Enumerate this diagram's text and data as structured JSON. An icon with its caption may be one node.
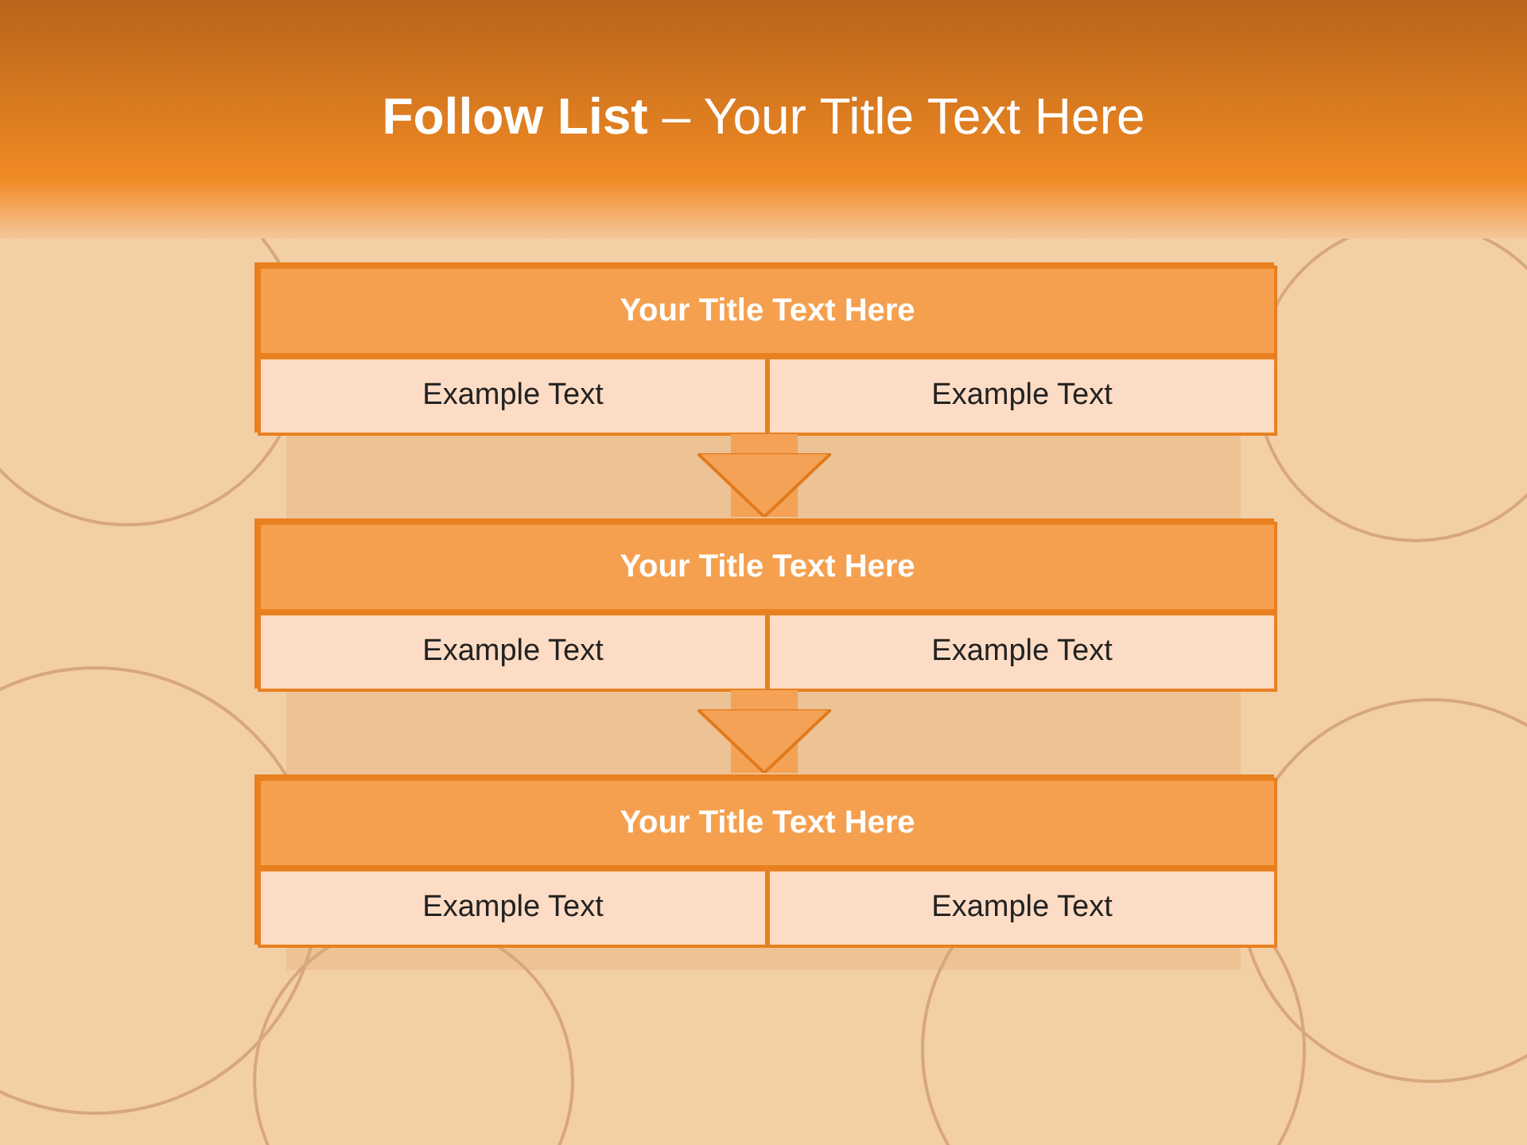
{
  "diagram": {
    "title": "**Follow List**  – Your Title Text Here",
    "nodes": [
      {
        "text": [],
        "shape": "box"
      },
      {
        "text": [
          "Your Title Text Here"
        ],
        "in": 0
      },
      {
        "text": [
          "Example Text"
        ],
        "in": 0
      },
      {
        "text": [
          "Example Text"
        ],
        "in": 0
      },
      {
        "text": [],
        "shape": "box"
      },
      {
        "text": [
          "Your Title Text Here"
        ],
        "in": 4
      },
      {
        "text": [
          "Example Text"
        ],
        "in": 4
      },
      {
        "text": [
          "Example Text"
        ],
        "in": 4
      },
      {
        "text": [],
        "shape": "box"
      },
      {
        "text": [
          "Your Title Text Here"
        ],
        "in": 8
      },
      {
        "text": [
          "Example Text"
        ],
        "in": 8
      },
      {
        "text": [
          "Example Text"
        ],
        "in": 8
      }
    ],
    "edges": [
      {
        "from": 0,
        "to": 4,
        "arrow": "to"
      },
      {
        "from": 4,
        "to": 8,
        "arrow": "to"
      }
    ]
  }
}
